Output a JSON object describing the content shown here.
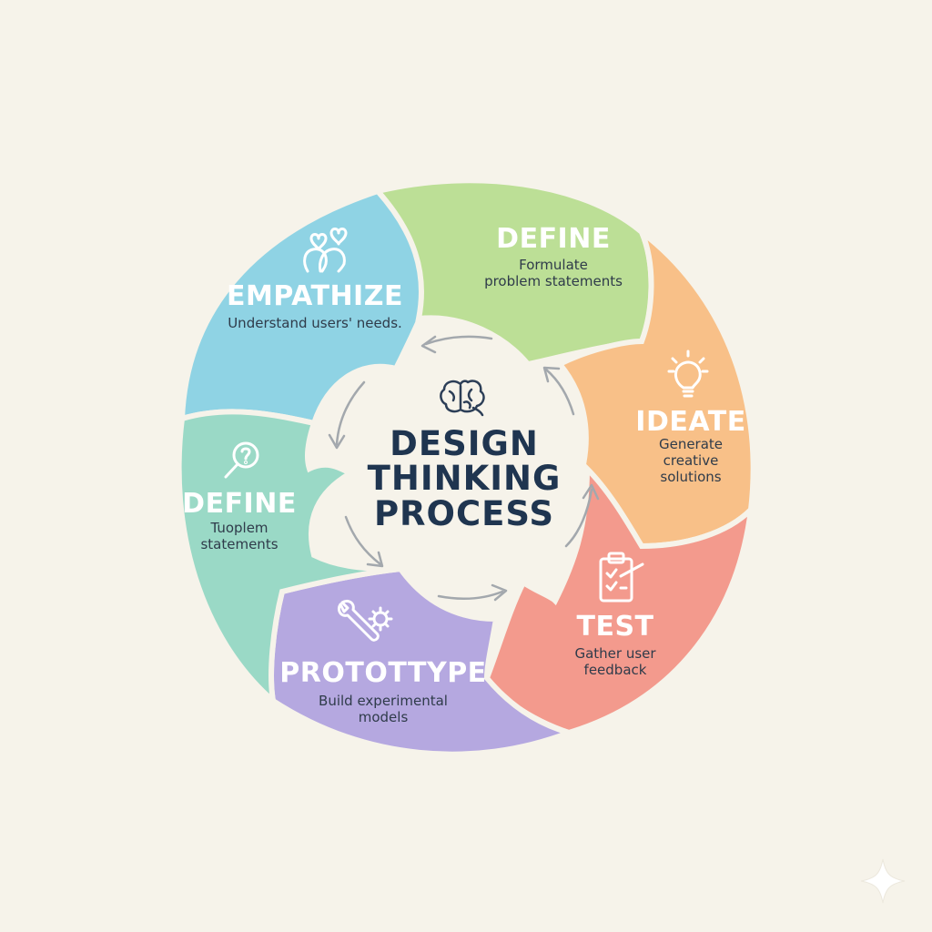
{
  "center": {
    "lines": [
      "DESIGN",
      "THINKING",
      "PROCESS"
    ],
    "icon": "brain-icon"
  },
  "stages": [
    {
      "title": "EMPATHIZE",
      "desc": [
        "Understand users' needs."
      ],
      "icon": "empathy-heads-icon",
      "color": "#8fd3e4"
    },
    {
      "title": "DEFINE",
      "desc": [
        "Formulate",
        "problem statements"
      ],
      "icon": "none",
      "color": "#bcdf96"
    },
    {
      "title": "IDEATE",
      "desc": [
        "Generate",
        "creative",
        "solutions"
      ],
      "icon": "lightbulb-icon",
      "color": "#f8c088"
    },
    {
      "title": "TEST",
      "desc": [
        "Gather user",
        "feedback"
      ],
      "icon": "clipboard-check-icon",
      "color": "#f39a8d"
    },
    {
      "title": "PROTOTTYPE",
      "desc": [
        "Build experimental",
        "models"
      ],
      "icon": "wrench-gear-icon",
      "color": "#b5a8e0"
    },
    {
      "title": "DEFINE",
      "desc": [
        "Tuoplem",
        "statements"
      ],
      "icon": "magnifier-question-icon",
      "color": "#9ad9c6"
    }
  ]
}
